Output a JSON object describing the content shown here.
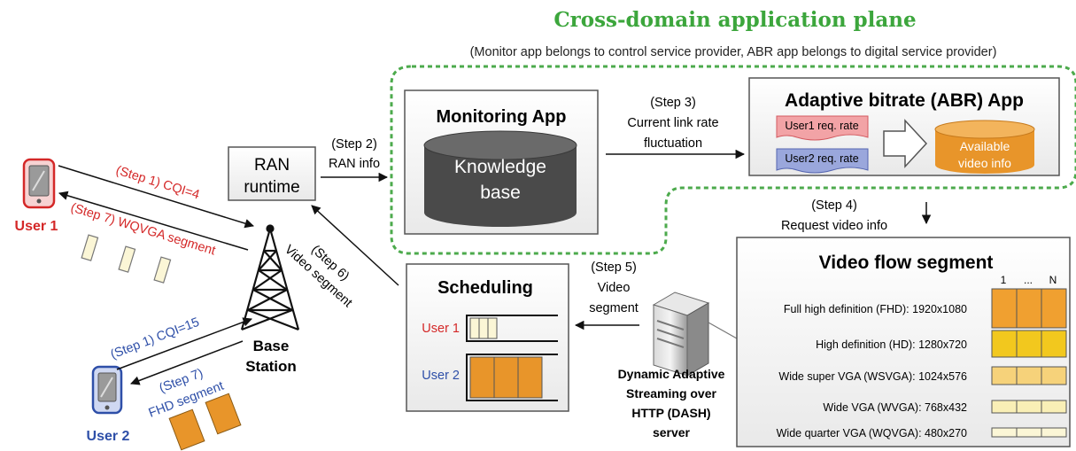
{
  "plane": {
    "title": "Cross-domain application plane",
    "subtitle": "(Monitor app belongs to control service provider, ABR app belongs to digital service provider)"
  },
  "monitoring": {
    "title": "Monitoring App",
    "kb_line1": "Knowledge",
    "kb_line2": "base"
  },
  "abr": {
    "title": "Adaptive bitrate (ABR) App",
    "user1_req": "User1 req. rate",
    "user2_req": "User2 req. rate",
    "avail_line1": "Available",
    "avail_line2": "video info"
  },
  "ran": {
    "line1": "RAN",
    "line2": "runtime"
  },
  "steps": {
    "step1_user1": "(Step 1) CQI=4",
    "step7_user1": "(Step 7) WQVGA segment",
    "step1_user2": "(Step 1) CQI=15",
    "step7_user2_line1": "(Step 7)",
    "step7_user2_line2": "FHD segment",
    "step2_line1": "(Step 2)",
    "step2_line2": "RAN info",
    "step3_line1": "(Step 3)",
    "step3_line2": "Current link rate",
    "step3_line3": "fluctuation",
    "step4_line1": "(Step 4)",
    "step4_line2": "Request video info",
    "step5_line1": "(Step 5)",
    "step5_line2": "Video",
    "step5_line3": "segment",
    "step6_line1": "(Step 6)",
    "step6_line2": "Video segment"
  },
  "users": {
    "user1": "User 1",
    "user2": "User 2"
  },
  "base_station": {
    "line1": "Base",
    "line2": "Station"
  },
  "scheduling": {
    "title": "Scheduling",
    "user1": "User 1",
    "user2": "User 2"
  },
  "dash": {
    "line1": "Dynamic Adaptive",
    "line2": "Streaming over",
    "line3": "HTTP (DASH)",
    "line4": "server"
  },
  "video_flow": {
    "title": "Video flow segment",
    "col_first": "1",
    "col_mid": "...",
    "col_last": "N",
    "rows": [
      {
        "label": "Full high definition (FHD):",
        "res": "1920x1080",
        "color": "#f0a030"
      },
      {
        "label": "High definition (HD):",
        "res": "1280x720",
        "color": "#f2c81e"
      },
      {
        "label": "Wide super VGA (WSVGA):",
        "res": "1024x576",
        "color": "#f6d27a"
      },
      {
        "label": "Wide VGA (WVGA):",
        "res": "768x432",
        "color": "#f9efb6"
      },
      {
        "label": "Wide quarter VGA (WQVGA):",
        "res": "480x270",
        "color": "#fbf6d6"
      }
    ]
  },
  "colors": {
    "title_green": "#3ca63c",
    "user1_red": "#d42828",
    "user2_blue": "#2e4fa8",
    "dashed_green": "#4caa4c",
    "kb_dark": "#4a4a4a",
    "orange": "#e8952a"
  }
}
